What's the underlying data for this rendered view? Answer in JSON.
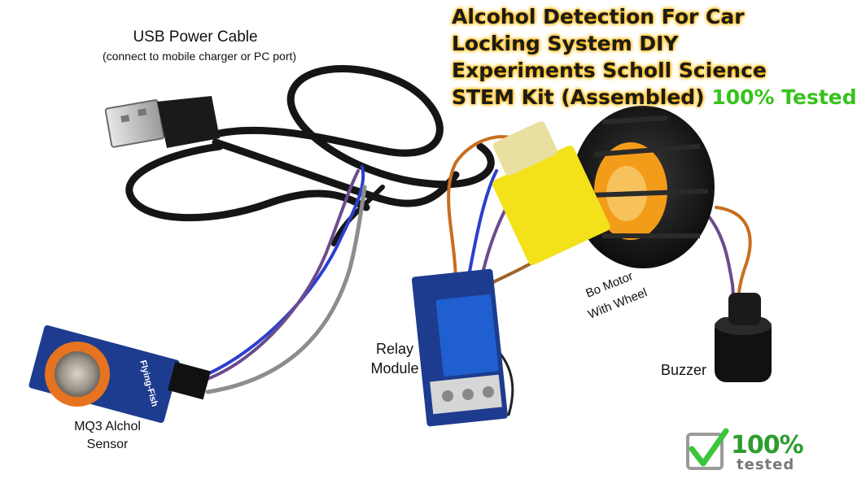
{
  "title": {
    "line1": "Alcohol Detection For Car",
    "line2": "Locking System DIY",
    "line3": "Experiments Scholl Science",
    "line4": "STEM Kit (Assembled)",
    "tested": "100% Tested"
  },
  "labels": {
    "usb_cable": "USB Power Cable",
    "usb_cable_note": "(connect to mobile charger or PC port)",
    "sensor_line1": "MQ3 Alchol",
    "sensor_line2": "Sensor",
    "relay_line1": "Relay",
    "relay_line2": "Module",
    "motor_line1": "Bo Motor",
    "motor_line2": "With Wheel",
    "buzzer": "Buzzer",
    "sensor_print": "Flying-Fish"
  },
  "badge": {
    "percent": "100%",
    "sub": "tested"
  },
  "colors": {
    "title_glow": "#ffb400",
    "tested_green": "#37c31c",
    "badge_green": "#2e9c2e",
    "pcb_blue": "#1d3c8f",
    "relay_blue": "#1f5fd0",
    "sensor_orange": "#e5731f",
    "motor_yellow": "#f3e21a",
    "wire_black": "#151515"
  }
}
